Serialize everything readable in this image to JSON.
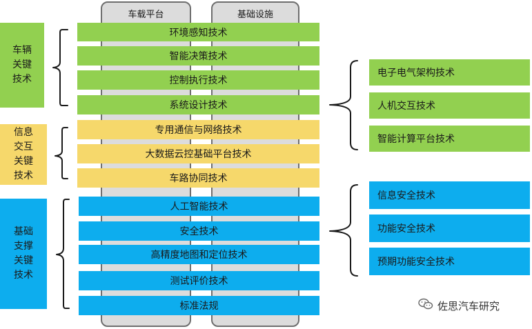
{
  "colors": {
    "green": "#92d050",
    "yellow": "#f6d86b",
    "blue": "#0dadee",
    "pillar": "#dcdcdc",
    "bracket": "#1a1a1a"
  },
  "pillars": [
    {
      "label": "车载平台"
    },
    {
      "label": "基础设施"
    }
  ],
  "categories": [
    {
      "lines": [
        "车辆",
        "关键",
        "技术"
      ],
      "color": "green"
    },
    {
      "lines": [
        "信息",
        "交互",
        "关键",
        "技术"
      ],
      "color": "yellow"
    },
    {
      "lines": [
        "基础",
        "支撑",
        "关键",
        "技术"
      ],
      "color": "blue"
    }
  ],
  "center_bars": [
    {
      "label": "环境感知技术",
      "color": "green"
    },
    {
      "label": "智能决策技术",
      "color": "green"
    },
    {
      "label": "控制执行技术",
      "color": "green"
    },
    {
      "label": "系统设计技术",
      "color": "green"
    },
    {
      "label": "专用通信与网络技术",
      "color": "yellow"
    },
    {
      "label": "大数据云控基础平台技术",
      "color": "yellow"
    },
    {
      "label": "车路协同技术",
      "color": "yellow"
    },
    {
      "label": "人工智能技术",
      "color": "blue"
    },
    {
      "label": "安全技术",
      "color": "blue"
    },
    {
      "label": "高精度地图和定位技术",
      "color": "blue"
    },
    {
      "label": "测试评价技术",
      "color": "blue"
    },
    {
      "label": "标准法规",
      "color": "blue"
    }
  ],
  "right_groups": [
    {
      "color": "green",
      "items": [
        "电子电气架构技术",
        "人机交互技术",
        "智能计算平台技术"
      ]
    },
    {
      "color": "blue",
      "items": [
        "信息安全技术",
        "功能安全技术",
        "预期功能安全技术"
      ]
    }
  ],
  "watermark": {
    "icon": "wechat-icon",
    "text": "佐思汽车研究"
  }
}
